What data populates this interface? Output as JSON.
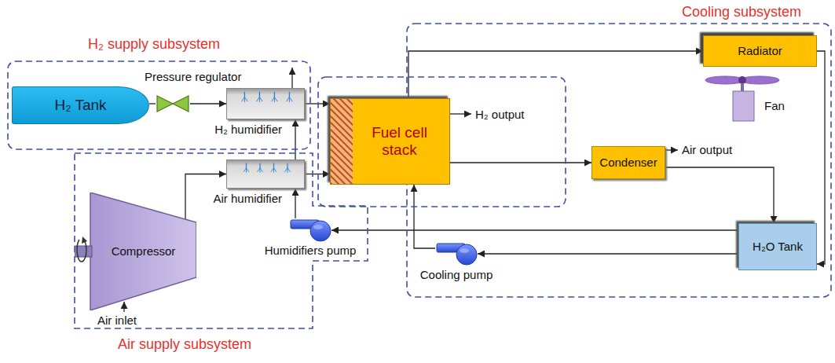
{
  "diagram": {
    "nodes": [
      {
        "text": [
          "H₂ Tank"
        ]
      },
      {
        "text": [
          "Pressure regulator"
        ]
      },
      {
        "text": [
          "H₂ humidifier"
        ]
      },
      {
        "text": [
          "Fuel cell stack"
        ]
      },
      {
        "text": [
          "Air humidifier"
        ]
      },
      {
        "text": [
          "Compressor"
        ]
      },
      {
        "text": [
          "Humidifiers pump"
        ]
      },
      {
        "text": [
          "Radiator"
        ]
      },
      {
        "text": [
          "Fan"
        ]
      },
      {
        "text": [
          "Condenser"
        ]
      },
      {
        "text": [
          "H₂O Tank"
        ]
      },
      {
        "text": [
          "Cooling pump"
        ]
      }
    ],
    "edges": [
      {
        "from": 0,
        "to": 1,
        "arrow": "none"
      },
      {
        "from": 1,
        "to": 2,
        "arrow": "to"
      },
      {
        "from": 2,
        "to": 3,
        "arrow": "to"
      },
      {
        "from": 4,
        "to": 2,
        "arrow": "to"
      },
      {
        "from": 4,
        "to": 3,
        "arrow": "to"
      },
      {
        "from": 5,
        "to": 4,
        "arrow": "to"
      },
      {
        "from": 6,
        "to": 4,
        "arrow": "to"
      },
      {
        "from": 10,
        "to": 6,
        "arrow": "to"
      },
      {
        "from": 10,
        "to": 11,
        "arrow": "to"
      },
      {
        "from": 11,
        "to": 3,
        "arrow": "to"
      },
      {
        "from": 3,
        "to": 7,
        "arrow": "to"
      },
      {
        "from": 7,
        "to": 10,
        "arrow": "to"
      },
      {
        "from": 3,
        "to": 9,
        "arrow": "to"
      },
      {
        "from": 9,
        "to": 10,
        "arrow": "to"
      }
    ],
    "labels": [
      "H₂ supply subsystem",
      "H₂ output",
      "Air output",
      "Cooling subsystem",
      "Air inlet",
      "Air supply subsystem"
    ]
  }
}
